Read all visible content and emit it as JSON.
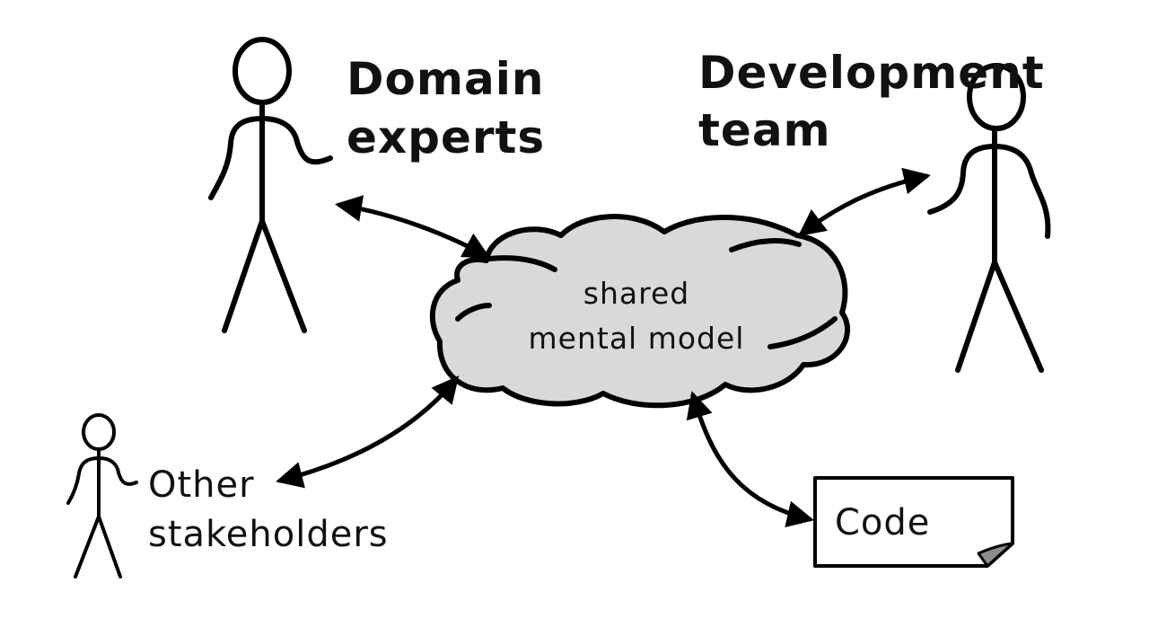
{
  "actors": {
    "domain_experts": {
      "line1": "Domain",
      "line2": "experts"
    },
    "development_team": {
      "line1": "Development",
      "line2": "team"
    },
    "other_stakeholders": {
      "line1": "Other",
      "line2": "stakeholders"
    }
  },
  "model": {
    "line1": "shared",
    "line2": "mental model"
  },
  "artifact": {
    "label": "Code"
  },
  "colors": {
    "ink": "#000000",
    "cloud_fill": "#d9d9d9",
    "dogear_fill": "#8c8c8c",
    "background": "#ffffff"
  }
}
